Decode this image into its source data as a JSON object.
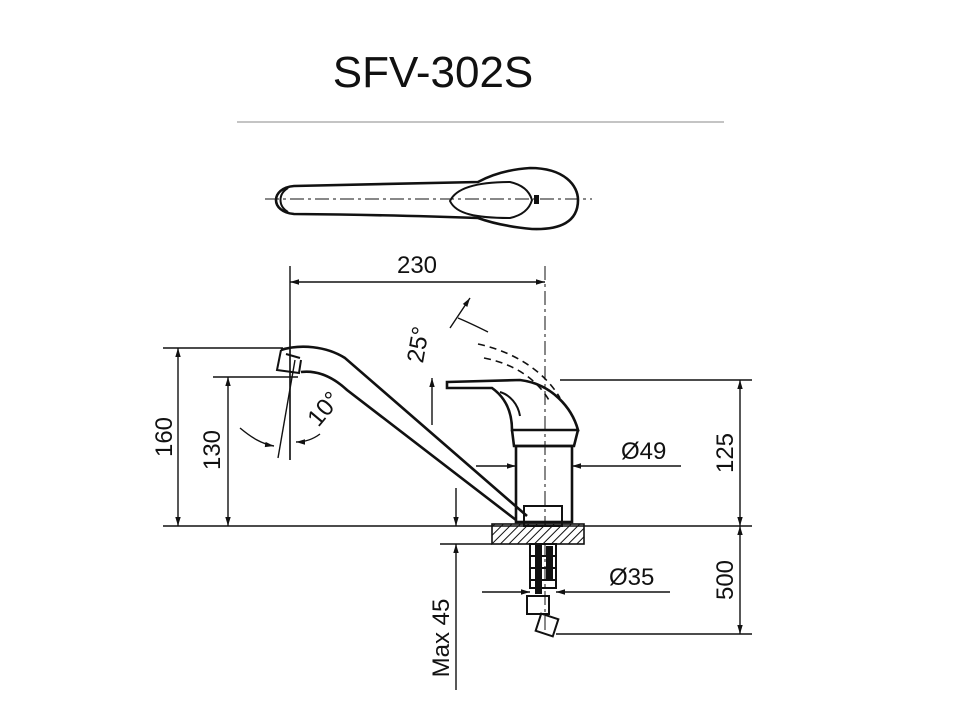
{
  "title": "SFV-302S",
  "colors": {
    "line": "#111111",
    "background": "#ffffff"
  },
  "dimensions": {
    "width_230": "230",
    "height_160": "160",
    "height_130": "130",
    "height_125": "125",
    "length_500": "500",
    "max_45": "Max 45",
    "diameter_49": "Ø49",
    "diameter_35": "Ø35",
    "angle_25": "25°",
    "angle_10": "10°"
  }
}
